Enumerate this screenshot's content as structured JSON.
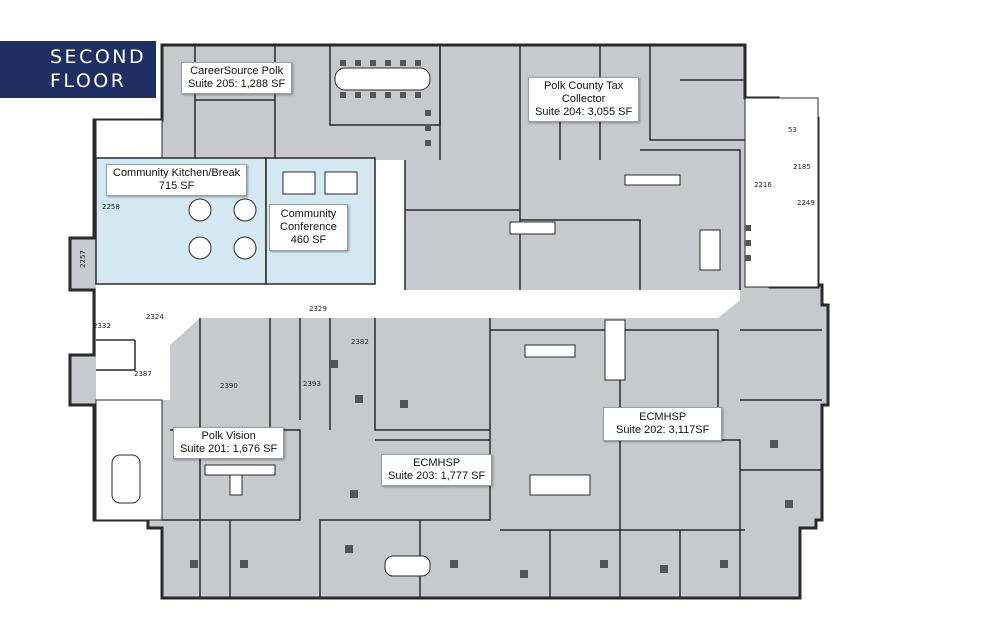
{
  "floor_title": [
    "SECOND",
    "FLOOR"
  ],
  "tenants": [
    {
      "name": "CareerSource Polk",
      "detail": "Suite 205: 1,288 SF"
    },
    {
      "name": "Polk County Tax",
      "name2": "Collector",
      "detail": "Suite 204: 3,055 SF"
    },
    {
      "name": "Community Kitchen/Break",
      "detail": "715 SF"
    },
    {
      "name": "Community",
      "name2": "Conference",
      "detail": "460 SF"
    },
    {
      "name": "Polk Vision",
      "detail": "Suite 201: 1,676 SF"
    },
    {
      "name": "ECMHSP",
      "detail": "Suite 203: 1,777 SF"
    },
    {
      "name": "ECMHSP",
      "detail": "Suite 202: 3,117SF"
    }
  ],
  "room_numbers": [
    "2258",
    "2257",
    "2332",
    "2324",
    "2329",
    "2387",
    "2390",
    "2393",
    "2382",
    "2185",
    "2216",
    "2249",
    "53"
  ],
  "colors": {
    "banner": "#1f2f63",
    "suite_fill": "#c8c9cc",
    "community_fill": "#d3e8f0",
    "wall": "#2a2a2a"
  }
}
